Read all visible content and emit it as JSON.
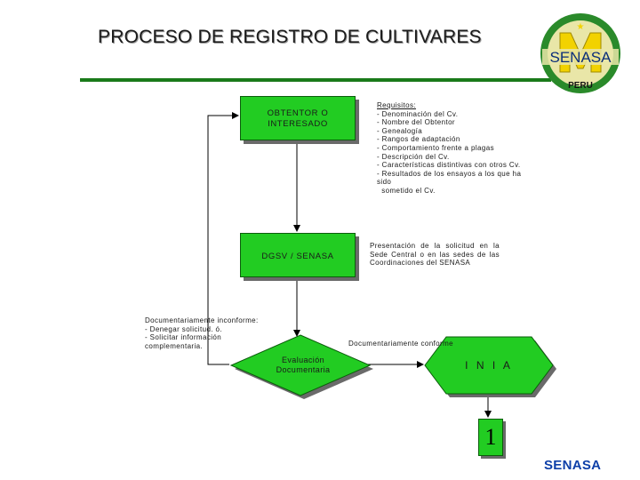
{
  "header": {
    "title": "PROCESO DE REGISTRO DE CULTIVARES"
  },
  "logo": {
    "name": "SENASA",
    "country": "PERU",
    "brand_green": "#2a8a2a",
    "brand_yellow": "#f2d200"
  },
  "nodes": {
    "obtentor": {
      "line1": "OBTENTOR O",
      "line2": "INTERESADO"
    },
    "dgsv": {
      "label": "DGSV / SENASA"
    },
    "evaluacion": {
      "line1": "Evaluación",
      "line2": "Documentaria"
    },
    "inia": {
      "label": "I N I A"
    },
    "step": {
      "label": "1"
    }
  },
  "notes": {
    "requisitos": {
      "heading": "Requisitos:",
      "items": [
        "- Denominación del Cv.",
        "- Nombre del Obtentor",
        "- Genealogía",
        "- Rangos de adaptación",
        "- Comportamiento frente a plagas",
        "- Descripción del Cv.",
        "- Características distintivas con otros Cv.",
        "- Resultados de los ensayos a los que ha sido",
        "  sometido el Cv."
      ]
    },
    "presentacion": {
      "text": "Presentación de la solicitud en la Sede Central o en las sedes de las Coordinaciones del SENASA"
    },
    "inconforme": {
      "heading": "Documentariamente inconforme:",
      "items": [
        "- Denegar solicitud. ó.",
        "- Solicitar información complementaria."
      ]
    },
    "conforme": {
      "text": "Documentariamente conforme"
    }
  },
  "footer": {
    "brand": "SENASA"
  },
  "colors": {
    "box_green": "#22cc22",
    "rule_green": "#1a7a1a",
    "footer_blue": "#0d3fa8"
  }
}
